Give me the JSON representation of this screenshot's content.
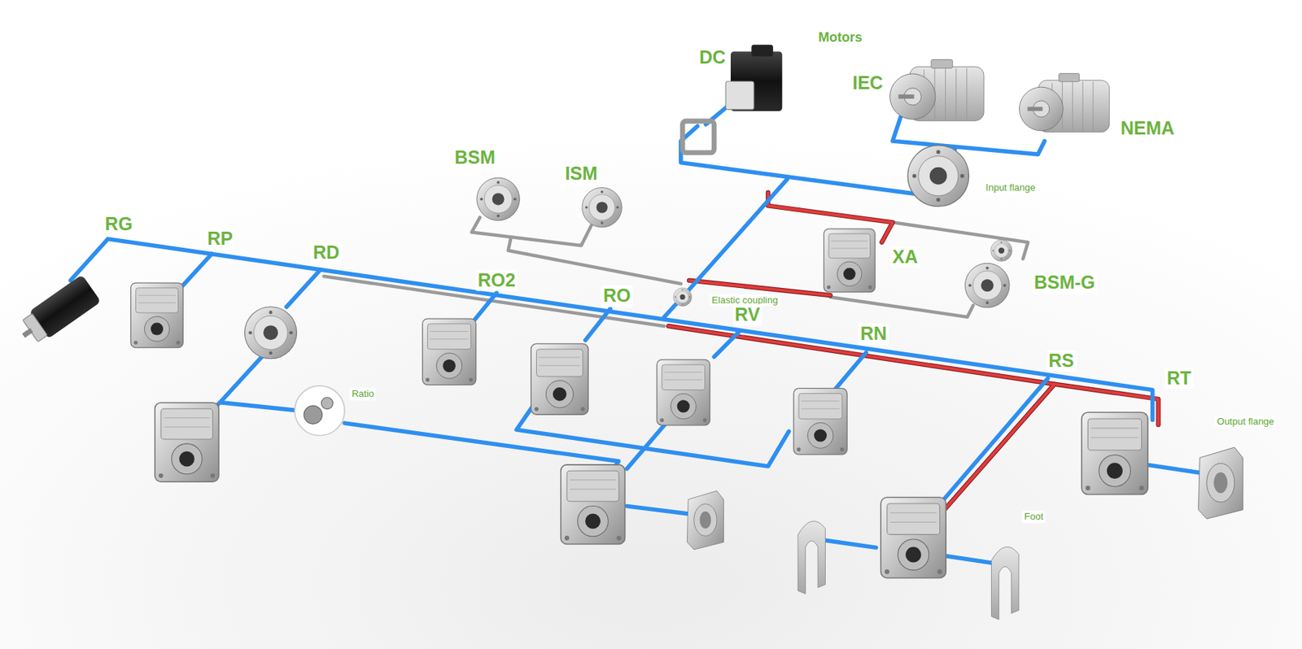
{
  "diagram": {
    "labels": [
      "Motors",
      "DC",
      "IEC",
      "NEMA",
      "Input flange",
      "BSM",
      "ISM",
      "XA",
      "BSM-G",
      "Elastic coupling",
      "RG",
      "RP",
      "RD",
      "RO2",
      "RO",
      "RV",
      "RN",
      "RS",
      "RT",
      "Ratio",
      "Output flange",
      "Foot"
    ]
  }
}
